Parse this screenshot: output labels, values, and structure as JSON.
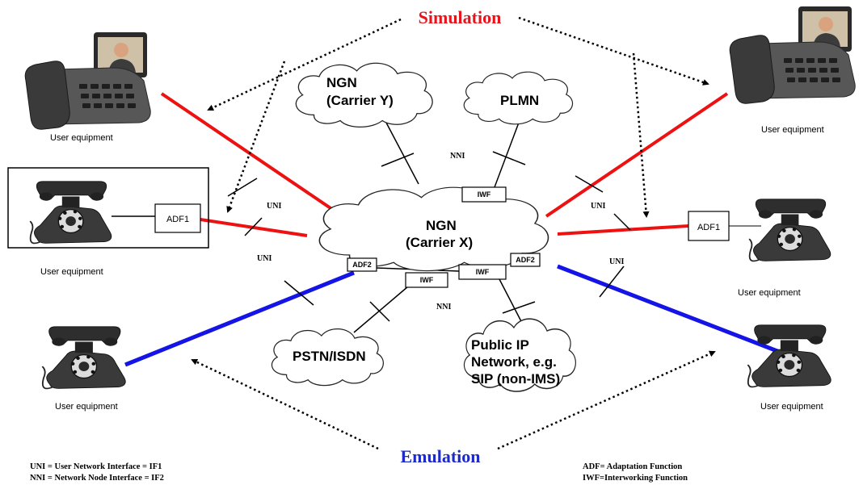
{
  "labels": {
    "simulation": "Simulation",
    "emulation": "Emulation"
  },
  "colors": {
    "simulation": "#e8141c",
    "emulation": "#1e2ac8",
    "red_link": "#ee1111",
    "blue_link": "#1414e6"
  },
  "clouds": {
    "ngn_x": [
      "NGN",
      "(Carrier X)"
    ],
    "ngn_y": [
      "NGN",
      "(Carrier Y)"
    ],
    "plmn": "PLMN",
    "pstn": "PSTN/ISDN",
    "public_ip": [
      "Public IP",
      "Network, e.g.",
      "SIP (non-IMS)"
    ]
  },
  "boxes": {
    "adf1": "ADF1",
    "adf2": "ADF2",
    "iwf": "IWF"
  },
  "interfaces": {
    "uni": "UNI",
    "nni": "NNI"
  },
  "user_equipment": "User equipment",
  "legend_left": [
    "UNI = User Network Interface = IF1",
    "NNI = Network Node Interface = IF2"
  ],
  "legend_right": [
    "ADF= Adaptation Function",
    "IWF=Interworking Function"
  ],
  "icons": {
    "video_phone": "video-phone-icon",
    "rotary_phone": "rotary-phone-icon"
  }
}
